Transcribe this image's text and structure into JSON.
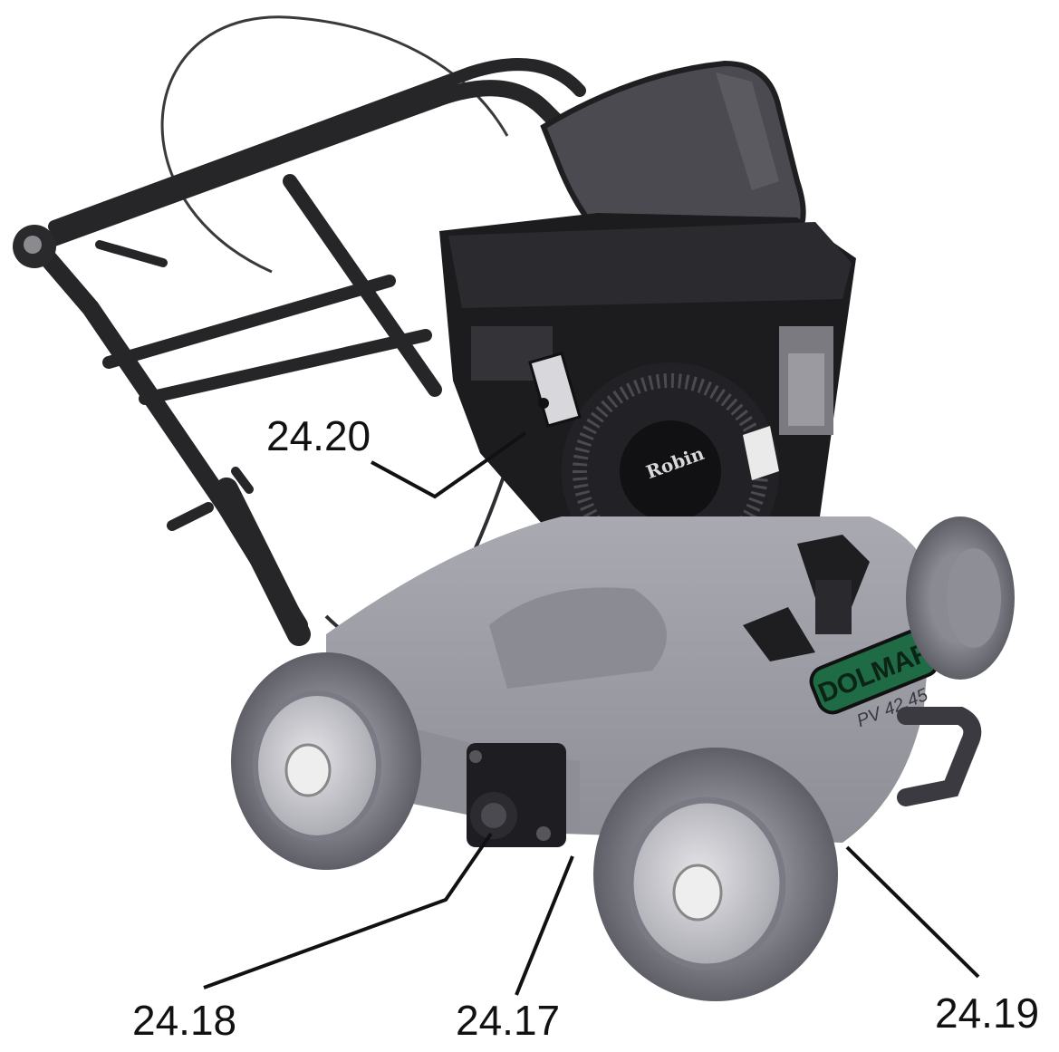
{
  "figure": {
    "callouts": [
      {
        "id": "c2420",
        "label": "24.20"
      },
      {
        "id": "c2418",
        "label": "24.18"
      },
      {
        "id": "c2417",
        "label": "24.17"
      },
      {
        "id": "c2419",
        "label": "24.19"
      }
    ],
    "engine_logo_text": "Robin",
    "deck_brand_text": "DOLMAR",
    "deck_model_text": "PV 42.45",
    "colors": {
      "deck": "#9a9aa2",
      "frame": "#2a2a2e",
      "engine": "#1a1a1c",
      "badge": "#1e6b45",
      "tire": "#7b7b85",
      "rim": "#c9c9cf"
    }
  }
}
